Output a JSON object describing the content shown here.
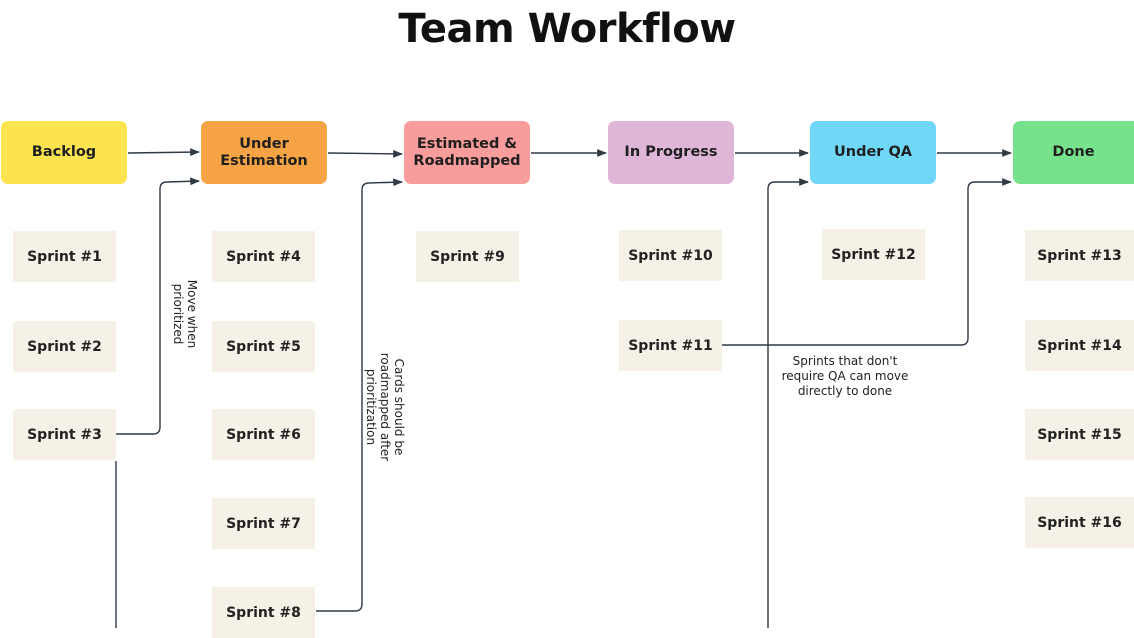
{
  "title": "Team Workflow",
  "stages": [
    {
      "label": "Backlog",
      "color": "#fbe44f"
    },
    {
      "label": "Under Estimation",
      "color": "#f5a344"
    },
    {
      "label": "Estimated & Roadmapped",
      "color": "#f99c9c"
    },
    {
      "label": "In Progress",
      "color": "#dfb6d8"
    },
    {
      "label": "Under QA",
      "color": "#6fd8f9"
    },
    {
      "label": "Done",
      "color": "#77e28c"
    }
  ],
  "cards": [
    {
      "label": "Sprint #1",
      "stage": 0
    },
    {
      "label": "Sprint #2",
      "stage": 0
    },
    {
      "label": "Sprint #3",
      "stage": 0
    },
    {
      "label": "Sprint #4",
      "stage": 1
    },
    {
      "label": "Sprint #5",
      "stage": 1
    },
    {
      "label": "Sprint #6",
      "stage": 1
    },
    {
      "label": "Sprint #7",
      "stage": 1
    },
    {
      "label": "Sprint #8",
      "stage": 1
    },
    {
      "label": "Sprint #9",
      "stage": 2
    },
    {
      "label": "Sprint #10",
      "stage": 3
    },
    {
      "label": "Sprint #11",
      "stage": 3
    },
    {
      "label": "Sprint #12",
      "stage": 4
    },
    {
      "label": "Sprint #13",
      "stage": 5
    },
    {
      "label": "Sprint #14",
      "stage": 5
    },
    {
      "label": "Sprint #15",
      "stage": 5
    },
    {
      "label": "Sprint #16",
      "stage": 5
    }
  ],
  "notes": {
    "move_when_prioritized": "Move when prioritized",
    "cards_should_be_roadmapped": "Cards should be roadmapped after prioritization",
    "sprints_skip_qa": "Sprints that don't require QA can move directly to done"
  },
  "colors": {
    "card_bg": "#f5f1e6",
    "connector": "#2f3a45"
  }
}
